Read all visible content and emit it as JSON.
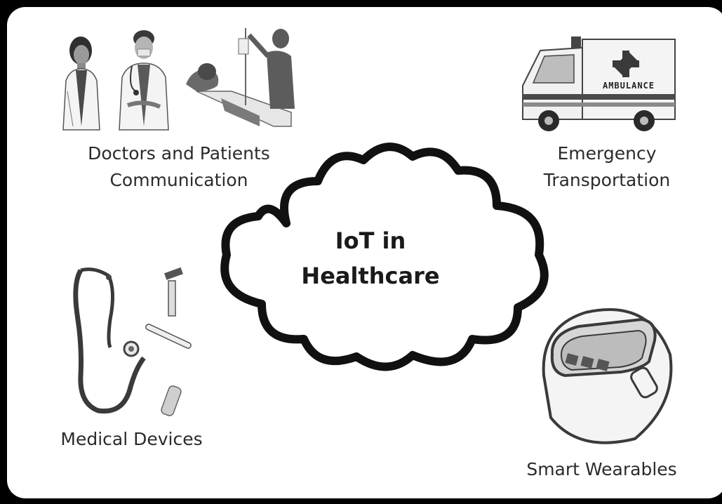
{
  "diagram": {
    "center": {
      "title_line1": "IoT in",
      "title_line2": "Healthcare"
    },
    "nodes": {
      "doctors": {
        "line1": "Doctors and Patients",
        "line2": "Communication",
        "icon": "doctors-patients-illustration"
      },
      "emergency": {
        "line1": "Emergency",
        "line2": "Transportation",
        "icon": "ambulance-illustration",
        "vehicle_text": "AMBULANCE"
      },
      "devices": {
        "line1": "Medical Devices",
        "icon": "medical-devices-illustration"
      },
      "wearables": {
        "line1": "Smart Wearables",
        "icon": "smartwatch-illustration"
      }
    }
  }
}
